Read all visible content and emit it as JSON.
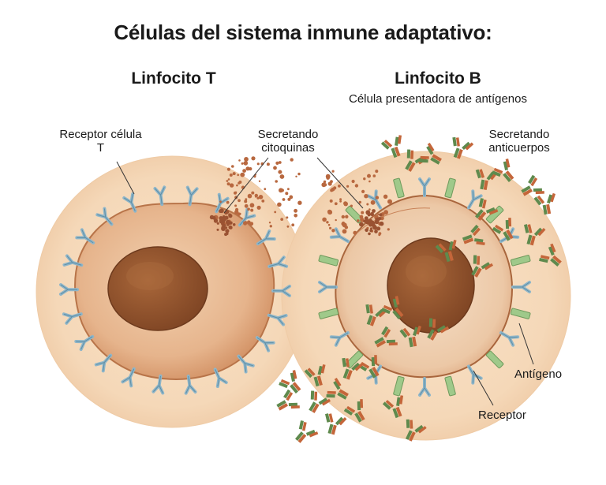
{
  "title": "Células del sistema inmune adaptativo:",
  "t_cell": {
    "title": "Linfocito T",
    "receptor_label": "Receptor célula T",
    "cytokine_label": "Secretando citoquinas"
  },
  "b_cell": {
    "title": "Linfocito B",
    "subtitle": "Célula presentadora de antígenos",
    "antibody_label": "Secretando anticuerpos",
    "antigen_label": "Antígeno",
    "receptor_label": "Receptor"
  },
  "colors": {
    "halo": "#f6dcc0",
    "cytoplasm": "#e7b58f",
    "nucleus": "#9a5a31",
    "receptor": "#8fb6c9",
    "antigen": "#9fc98a",
    "antibody_green": "#5f8a4d",
    "antibody_orange": "#c4663a",
    "cytokine": "#b8683f"
  }
}
